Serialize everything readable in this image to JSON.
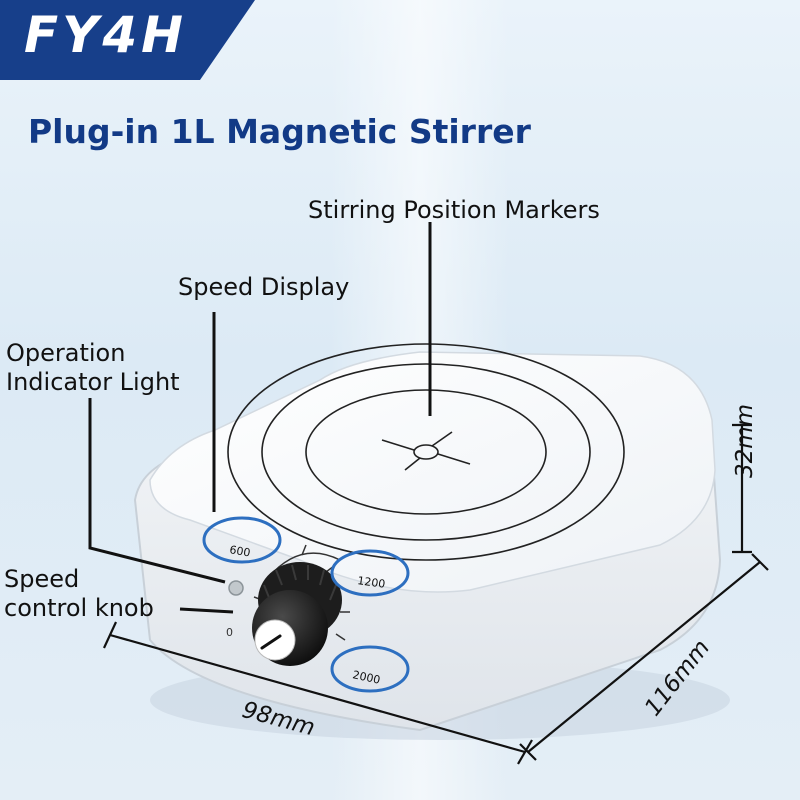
{
  "brand": {
    "logo_text": "FY4H",
    "band_color": "#173f8a"
  },
  "title": "Plug-in 1L Magnetic Stirrer",
  "callouts": {
    "stirring_markers": "Stirring Position Markers",
    "speed_display": "Speed Display",
    "indicator_light": [
      "Operation",
      "Indicator Light"
    ],
    "speed_knob": [
      "Speed",
      "control knob"
    ]
  },
  "speed_marks": [
    "600",
    "1200",
    "2000"
  ],
  "knob_zero_mark": "0",
  "dimensions": {
    "height": "32mm",
    "depth": "116mm",
    "width": "98mm"
  },
  "colors": {
    "title": "#123a86",
    "highlight_ring": "#2d6fc0",
    "device_body": "#ffffff"
  }
}
